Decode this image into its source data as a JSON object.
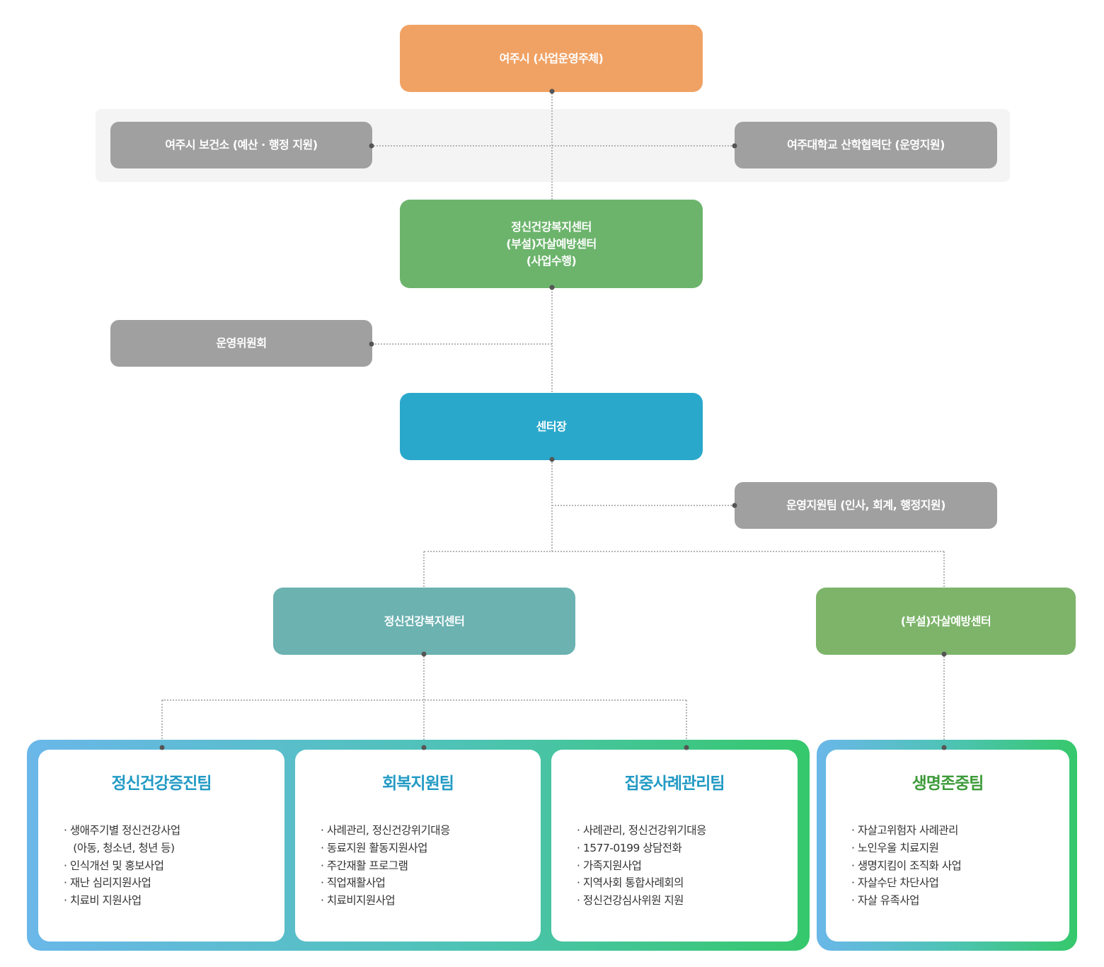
{
  "nodes": {
    "yeoju_city": "여주시 (사업운영주체)",
    "health_center": "여주시 보건소 (예산 · 행정 지원)",
    "university": "여주대학교 산학협력단 (운영지원)",
    "center_lines": [
      "정신건강복지센터",
      "(부설)자살예방센터",
      "(사업수행)"
    ],
    "committee": "운영위원회",
    "director": "센터장",
    "support_team": "운영지원팀 (인사, 회계, 행정지원)",
    "mental_center": "정신건강복지센터",
    "suicide_center": "(부설)자살예방센터"
  },
  "teams": [
    {
      "title": "정신건강증진팀",
      "items": [
        "· 생애주기별 정신건강사업",
        "   (아동, 청소년, 청년 등)",
        "· 인식개선 및 홍보사업",
        "· 재난 심리지원사업",
        "· 치료비 지원사업"
      ]
    },
    {
      "title": "회복지원팀",
      "items": [
        "· 사례관리, 정신건강위기대응",
        "· 동료지원 활동지원사업",
        "· 주간재활 프로그램",
        "· 직업재활사업",
        "· 치료비지원사업"
      ]
    },
    {
      "title": "집중사례관리팀",
      "items": [
        "· 사례관리, 정신건강위기대응",
        "· 1577-0199 상담전화",
        "· 가족지원사업",
        "· 지역사회 통합사례회의",
        "· 정신건강심사위원 지원"
      ]
    },
    {
      "title": "생명존중팀",
      "items": [
        "· 자살고위험자 사례관리",
        "· 노인우울 치료지원",
        "· 생명지킴이 조직화 사업",
        "· 자살수단 차단사업",
        "· 자살 유족사업"
      ]
    }
  ],
  "colors": {
    "orange": "#f0a264",
    "gray": "#a0a0a0",
    "green": "#6cb46c",
    "blue": "#2aa8cb",
    "teal": "#6bb2b1",
    "lightgreen": "#7db46a",
    "title_blue": "#229ac4",
    "title_green": "#3d9b3a"
  }
}
